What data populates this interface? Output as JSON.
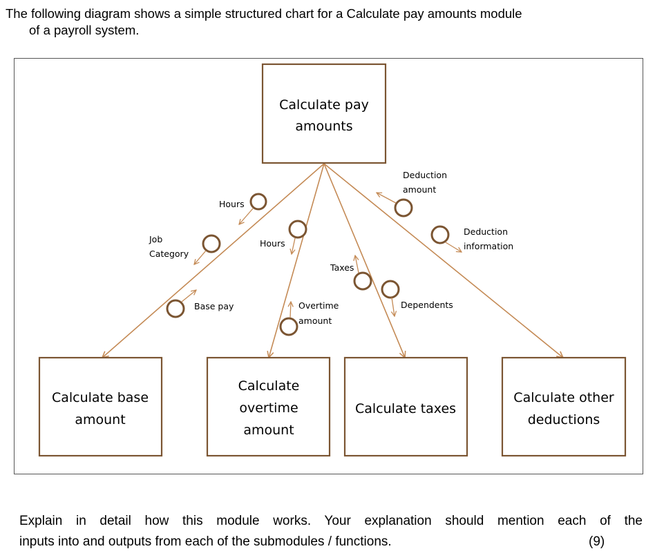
{
  "intro": {
    "line1": "The following diagram shows a simple structured chart for a Calculate pay amounts module",
    "line2": "of a payroll system."
  },
  "diagram": {
    "top_module": {
      "line1": "Calculate pay",
      "line2": "amounts"
    },
    "submodules": [
      {
        "line1": "Calculate base",
        "line2": "amount"
      },
      {
        "line1": "Calculate",
        "line2": "overtime",
        "line3": "amount"
      },
      {
        "line1": "Calculate taxes"
      },
      {
        "line1": "Calculate other",
        "line2": "deductions"
      }
    ],
    "couples": {
      "hours1": "Hours",
      "job_category": {
        "line1": "Job",
        "line2": "Category"
      },
      "base_pay": "Base pay",
      "hours2": "Hours",
      "overtime_amount": {
        "line1": "Overtime",
        "line2": "amount"
      },
      "taxes": "Taxes",
      "dependents": "Dependents",
      "deduction_amount": {
        "line1": "Deduction",
        "line2": "amount"
      },
      "deduction_information": {
        "line1": "Deduction",
        "line2": "information"
      }
    },
    "colors": {
      "box_border": "#7b5532",
      "connector": "#c48a55"
    }
  },
  "question": {
    "line1": "Explain in detail how this module works. Your explanation should mention each of the",
    "line2": "inputs into and outputs from each of the submodules / functions.",
    "marks": "(9)"
  }
}
